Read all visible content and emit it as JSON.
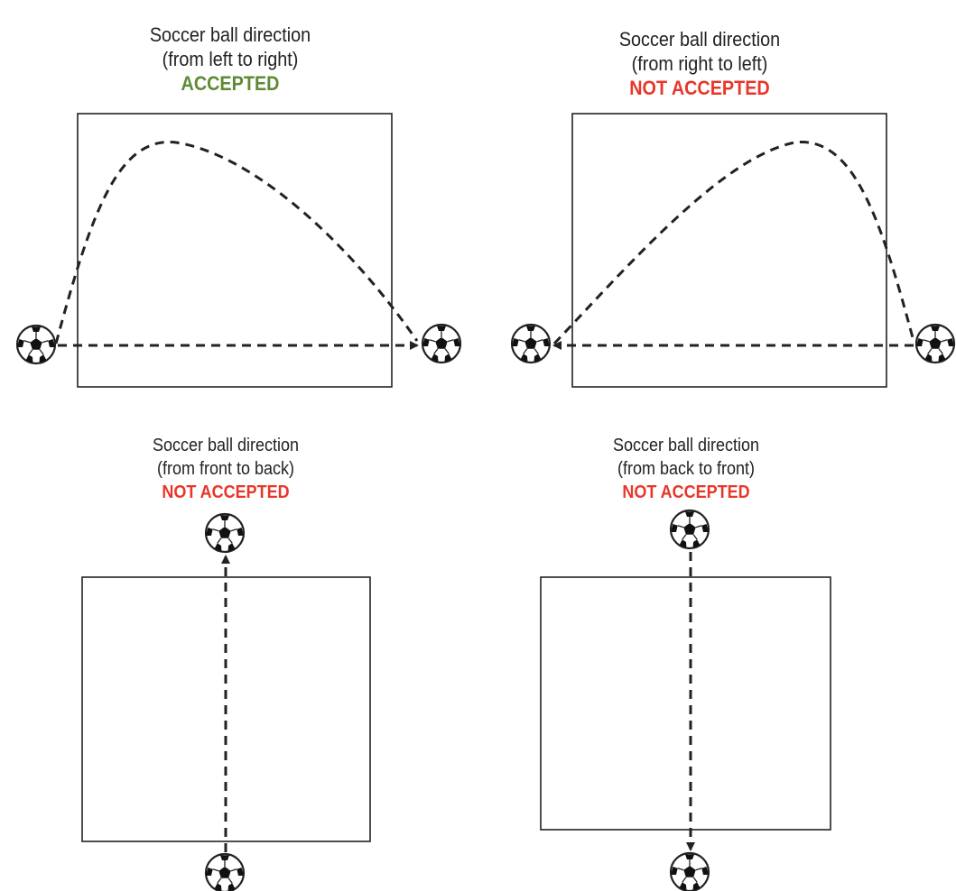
{
  "colors": {
    "accepted": "#5f8a35",
    "not_accepted": "#e8372a",
    "stroke": "#222222"
  },
  "panels": [
    {
      "title": "Soccer ball direction",
      "direction": "(from left to right)",
      "status": "ACCEPTED",
      "status_kind": "accepted"
    },
    {
      "title": "Soccer ball direction",
      "direction": "(from right to left)",
      "status": "NOT ACCEPTED",
      "status_kind": "rejected"
    },
    {
      "title": "Soccer ball direction",
      "direction": "(from front to back)",
      "status": "NOT ACCEPTED",
      "status_kind": "rejected"
    },
    {
      "title": "Soccer ball direction",
      "direction": "(from back to front)",
      "status": "NOT ACCEPTED",
      "status_kind": "rejected"
    }
  ]
}
